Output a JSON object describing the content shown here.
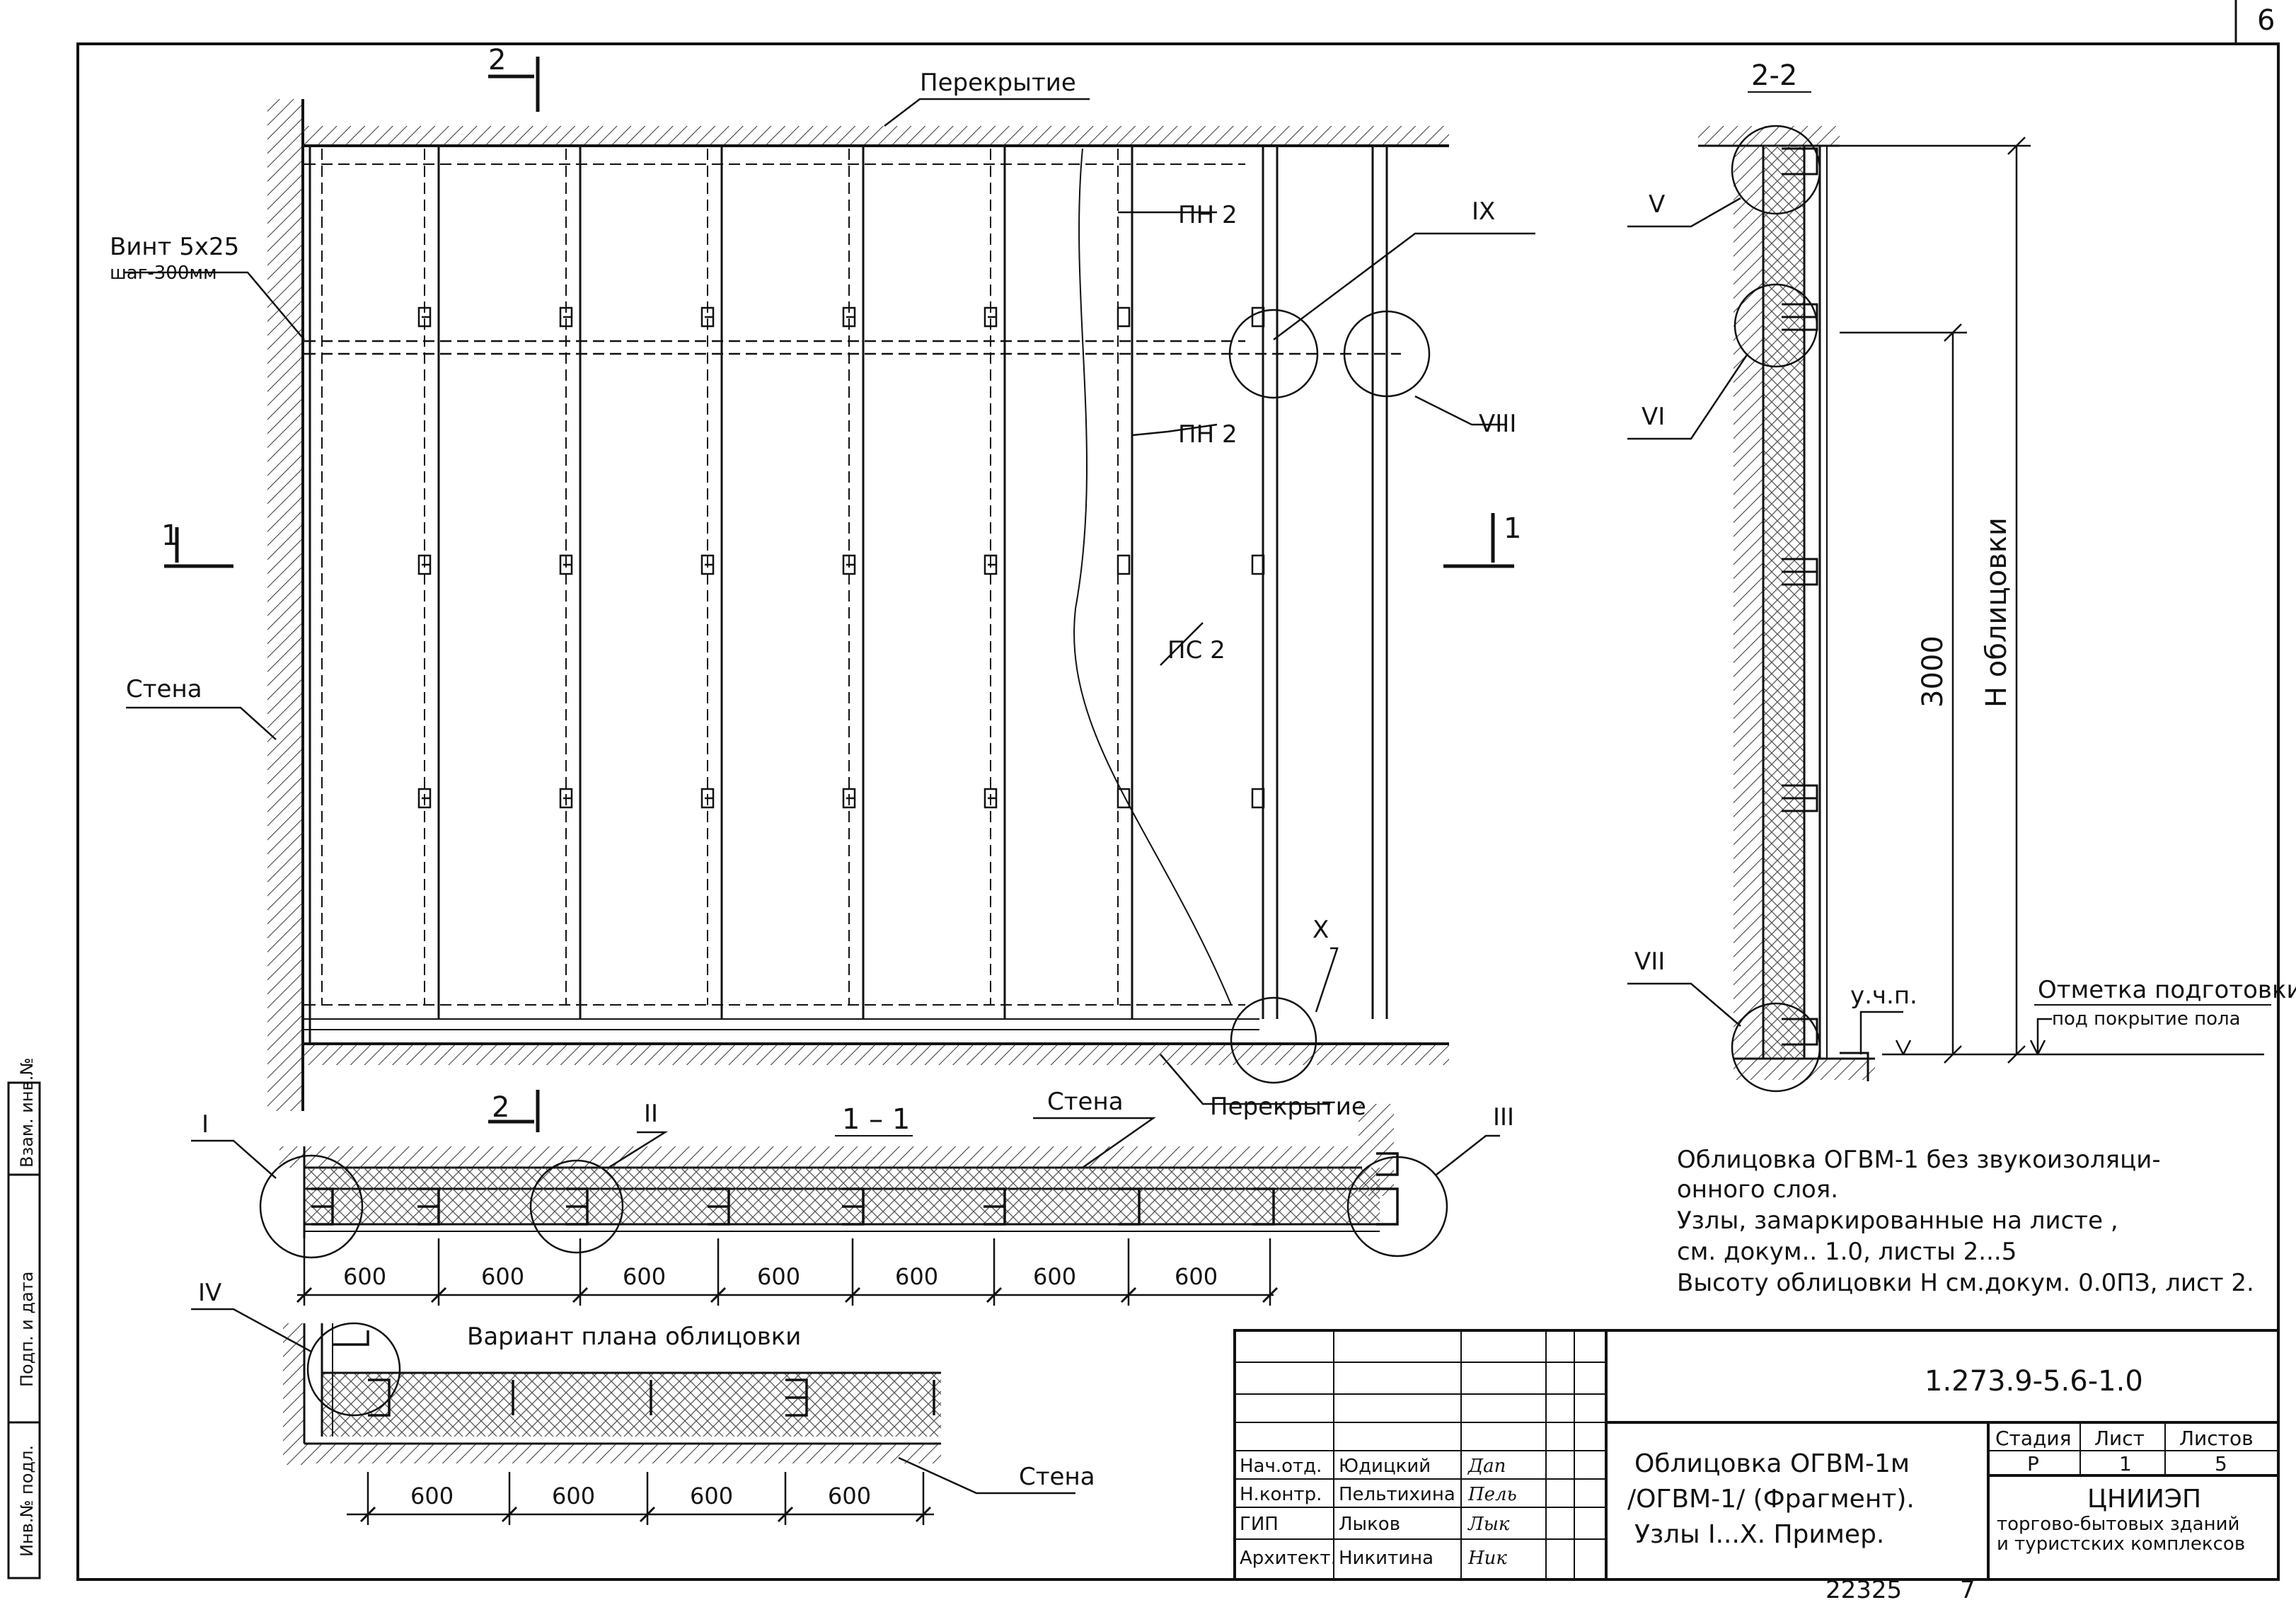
{
  "sheet_number_corner": "6",
  "main_view": {
    "label_slab_top": "Перекрытие",
    "label_slab_bottom": "Перекрытие",
    "label_wall": "Стена",
    "label_screw_line1": "Винт 5x25",
    "label_screw_line2": "шаг-300мм",
    "label_pn2_top": "ПН 2",
    "label_pn2_mid": "ПН 2",
    "label_ps2": "ПС 2",
    "node_ix": "IX",
    "node_viii": "VIII",
    "node_x": "X",
    "section_2_top": "2",
    "section_2_bottom": "2",
    "section_1_left": "1",
    "section_1_right": "1"
  },
  "section_22": {
    "title": "2-2",
    "node_v": "V",
    "node_vi": "VI",
    "node_vii": "VII",
    "dim_3000": "3000",
    "dim_h": "Н облицовки",
    "label_ucp": "у.ч.п.",
    "label_mark_line1": "Отметка подготовки",
    "label_mark_line2": "под покрытие пола"
  },
  "section_11": {
    "title": "1 – 1",
    "label_wall": "Стена",
    "node_i": "I",
    "node_ii": "II",
    "node_iii": "III",
    "dims": [
      "600",
      "600",
      "600",
      "600",
      "600",
      "600",
      "600"
    ]
  },
  "plan_variant": {
    "title": "Вариант плана облицовки",
    "node_iv": "IV",
    "label_wall": "Стена",
    "dims": [
      "600",
      "600",
      "600",
      "600"
    ]
  },
  "notes": {
    "line1": "Облицовка ОГВМ-1 без звукоизоляци-",
    "line2": "онного слоя.",
    "line3": "Узлы, замаркированные на листе ,",
    "line4": "см. докум.. 1.0, листы 2...5",
    "line5": "Высоту облицовки Н см.докум. 0.0ПЗ, лист 2."
  },
  "title_block": {
    "doc_code": "1.273.9-5.6-1.0",
    "title_line1": "Облицовка  ОГВМ-1м",
    "title_line2": "/ОГВМ-1/  (Фрагмент).",
    "title_line3": "Узлы I...X.    Пример.",
    "stage_header": "Стадия",
    "sheet_header": "Лист",
    "sheets_header": "Листов",
    "stage": "Р",
    "sheet": "1",
    "sheets": "5",
    "org_line1": "ЦНИИЭП",
    "org_line2": "торгово-бытовых зданий",
    "org_line3": "и туристских комплексов",
    "roles": [
      {
        "role": "Нач.отд.",
        "name": "Юдицкий",
        "sign": "Дап"
      },
      {
        "role": "Н.контр.",
        "name": "Пельтихина",
        "sign": "Пель"
      },
      {
        "role": "ГИП",
        "name": "Лыков",
        "sign": "Лык"
      },
      {
        "role": "Архитект.",
        "name": "Никитина",
        "sign": "Ник"
      }
    ]
  },
  "side_stamp": {
    "inv_podl": "Инв.№ подл.",
    "podp_data": "Подп. и дата",
    "vzam_inv": "Взам. инв.№"
  },
  "footer": {
    "number": "22325",
    "page": "7"
  }
}
